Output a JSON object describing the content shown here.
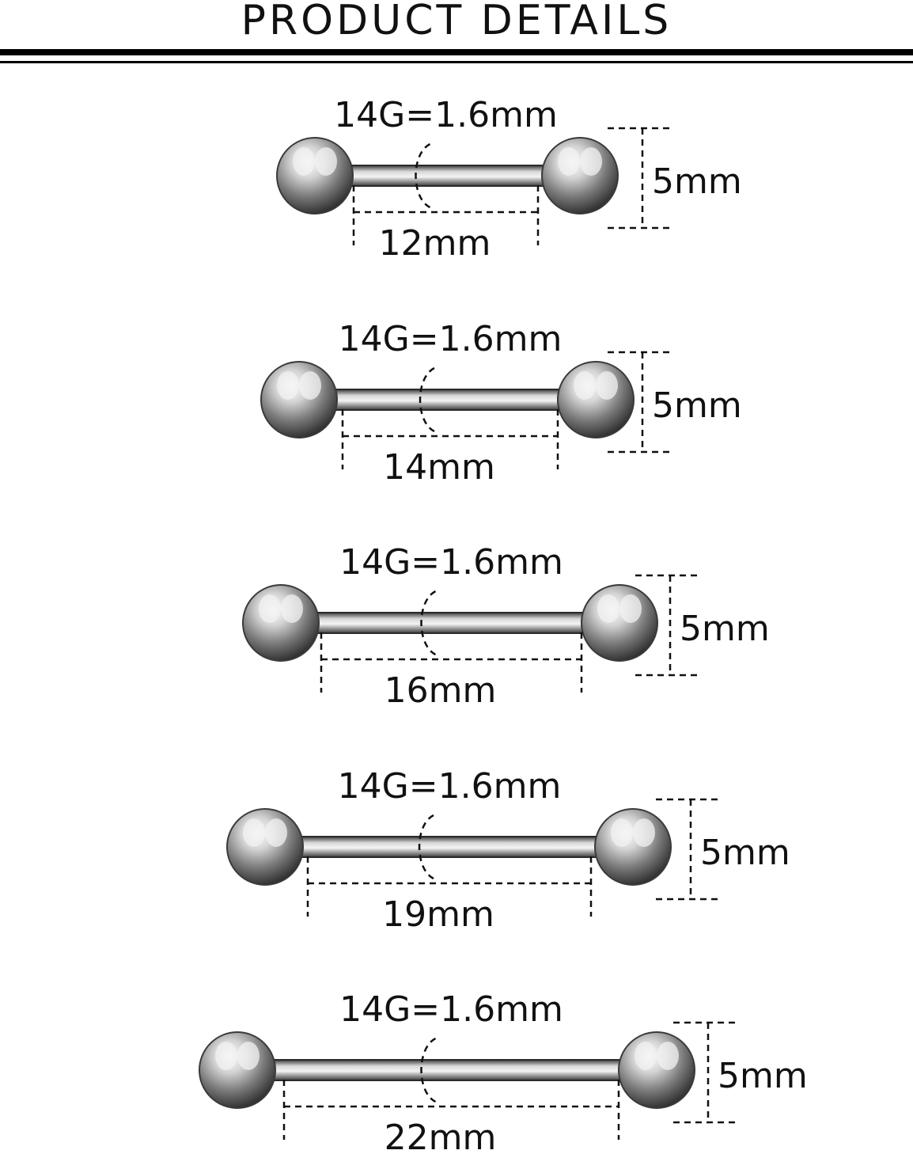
{
  "header": {
    "title": "PRODUCT  DETAILS"
  },
  "items": [
    {
      "gauge_label": "14G=1.6mm",
      "length_label": "12mm",
      "ball_label": "5mm"
    },
    {
      "gauge_label": "14G=1.6mm",
      "length_label": "14mm",
      "ball_label": "5mm"
    },
    {
      "gauge_label": "14G=1.6mm",
      "length_label": "16mm",
      "ball_label": "5mm"
    },
    {
      "gauge_label": "14G=1.6mm",
      "length_label": "19mm",
      "ball_label": "5mm"
    },
    {
      "gauge_label": "14G=1.6mm",
      "length_label": "22mm",
      "ball_label": "5mm"
    }
  ],
  "colors": {
    "metal": "#9a9a9a",
    "ink": "#111111"
  }
}
